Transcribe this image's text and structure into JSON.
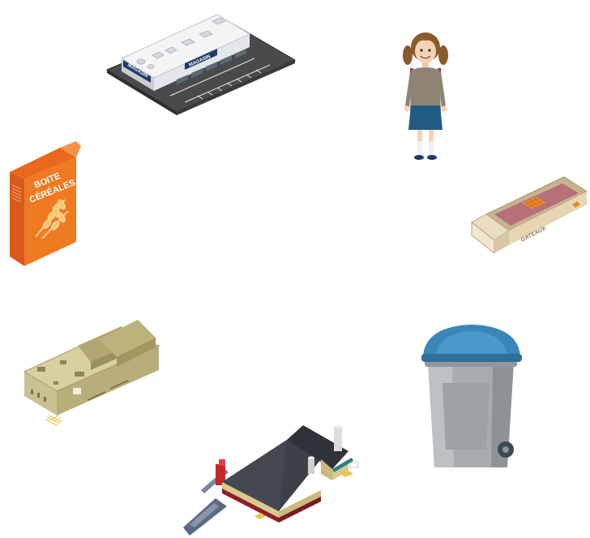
{
  "illustrations": {
    "store": {
      "signs": [
        "MAGASIN",
        "MAGASIN"
      ]
    },
    "student": {},
    "cereal_box": {
      "line1": "BOITE",
      "line2": "CÉRÉALES"
    },
    "cake_box": {
      "label": "GATEAUX"
    },
    "factory": {},
    "trash_bin": {
      "lid_color": "#3a86b8",
      "body_color": "#a9acaf"
    },
    "recycling_plant": {}
  }
}
